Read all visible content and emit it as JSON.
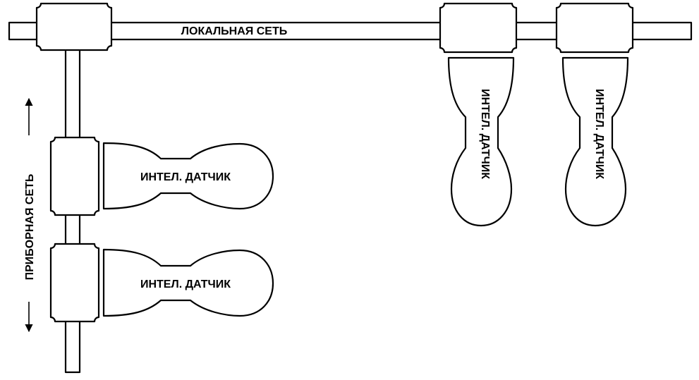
{
  "local_network": {
    "label": "ЛОКАЛЬНАЯ СЕТЬ"
  },
  "instrument_network": {
    "label": "ПРИБОРНАЯ СЕТЬ"
  },
  "sensors": [
    {
      "label": "ИНТЕЛ. ДАТЧИК"
    },
    {
      "label": "ИНТЕЛ. ДАТЧИК"
    },
    {
      "label": "ИНТЕЛ. ДАТЧИК"
    },
    {
      "label": "ИНТЕЛ. ДАТЧИК"
    }
  ]
}
